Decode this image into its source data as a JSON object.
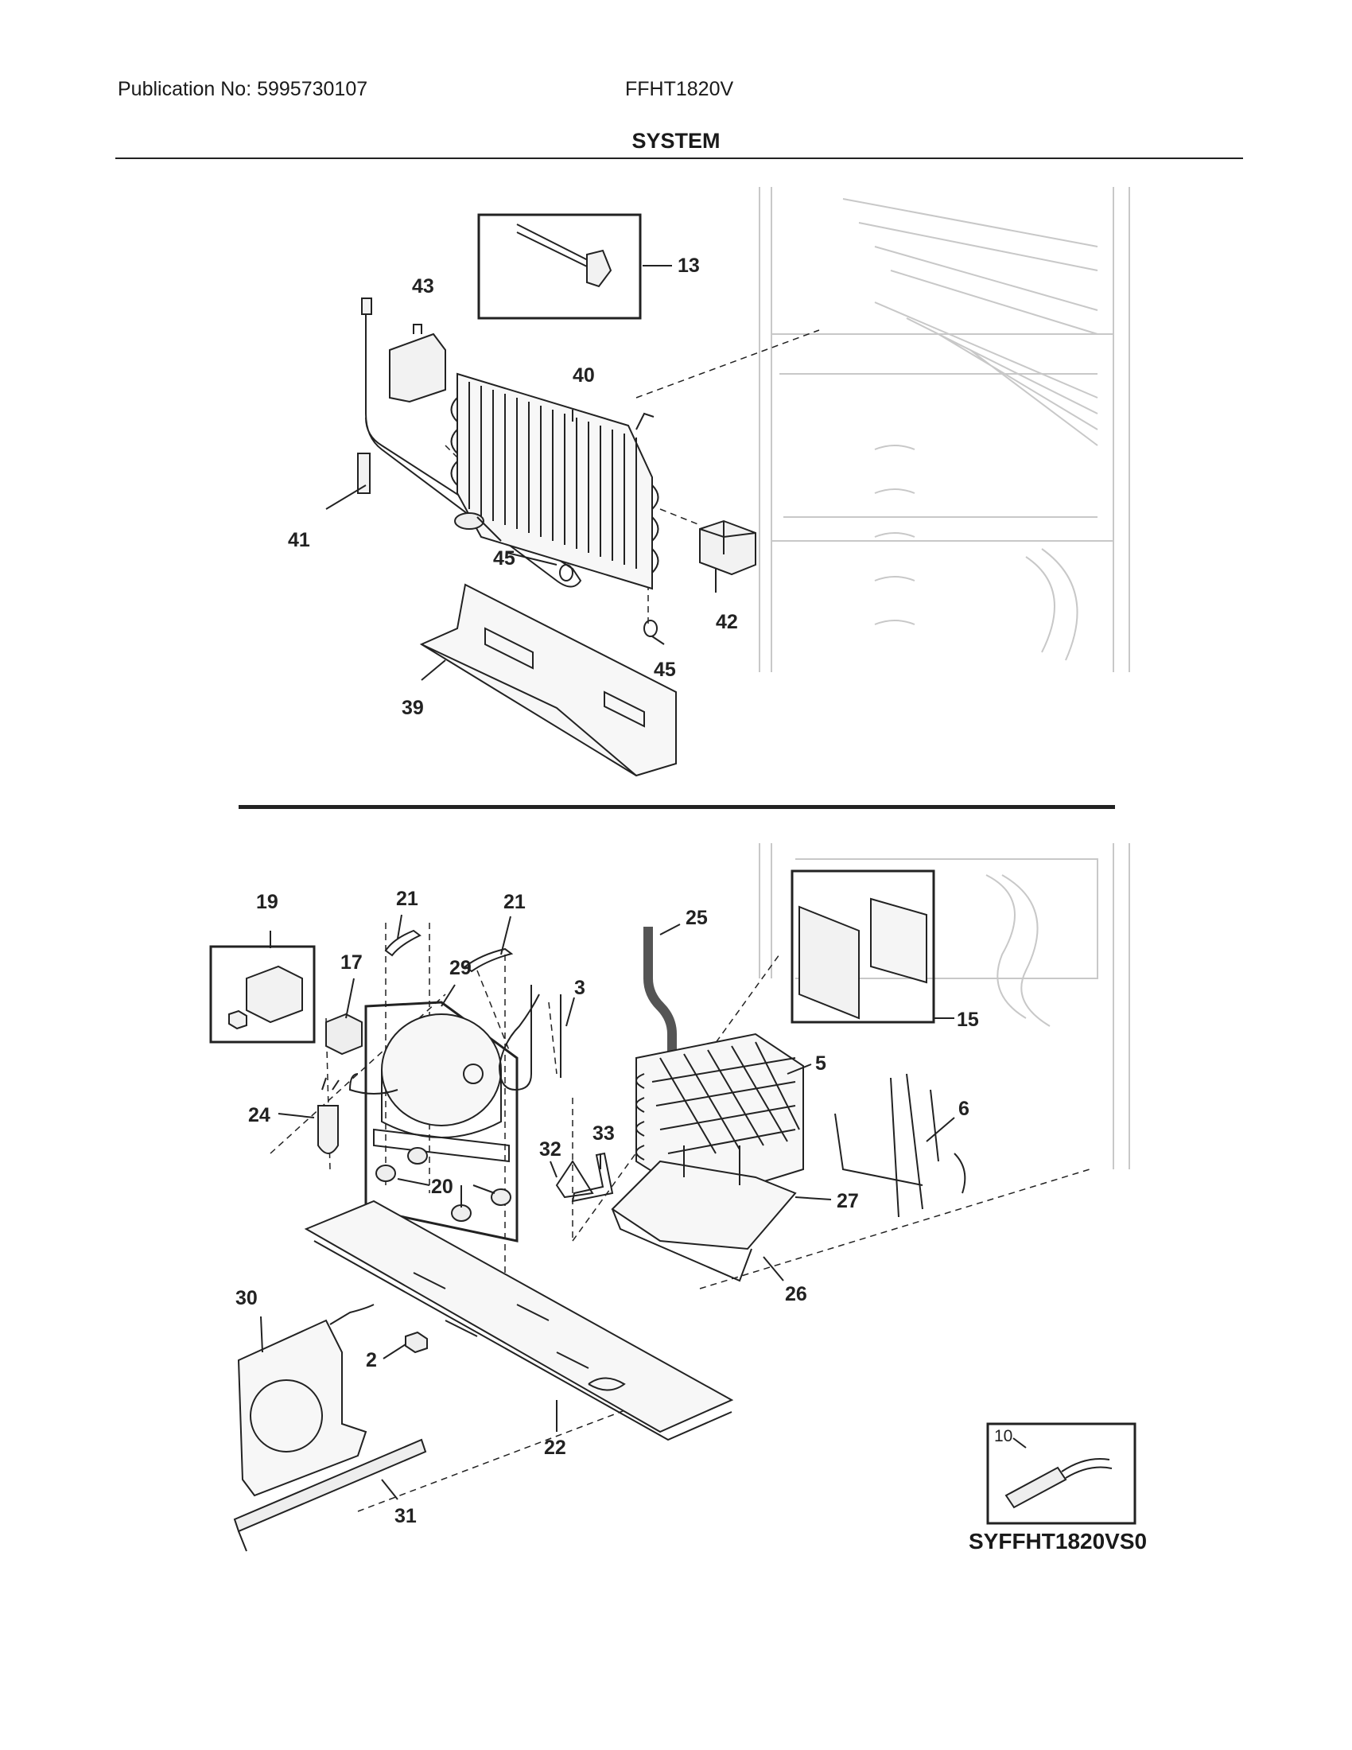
{
  "header": {
    "publication": "Publication No: 5995730107",
    "model": "FFHT1820V",
    "section_title": "SYSTEM"
  },
  "diagram_code": "SYFFHT1820VS0",
  "callouts": {
    "c13": "13",
    "c43": "43",
    "c40": "40",
    "c41": "41",
    "c45a": "45",
    "c45b": "45",
    "c42": "42",
    "c39": "39",
    "c19": "19",
    "c21a": "21",
    "c21b": "21",
    "c17": "17",
    "c29": "29",
    "c25": "25",
    "c3": "3",
    "c5": "5",
    "c15": "15",
    "c6": "6",
    "c24": "24",
    "c32": "32",
    "c33": "33",
    "c20": "20",
    "c27": "27",
    "c26": "26",
    "c30": "30",
    "c2": "2",
    "c22": "22",
    "c31": "31",
    "c10": "10"
  },
  "colors": {
    "line": "#222222",
    "ghost": "#c8c8c8",
    "fill": "#f2f2f2"
  }
}
